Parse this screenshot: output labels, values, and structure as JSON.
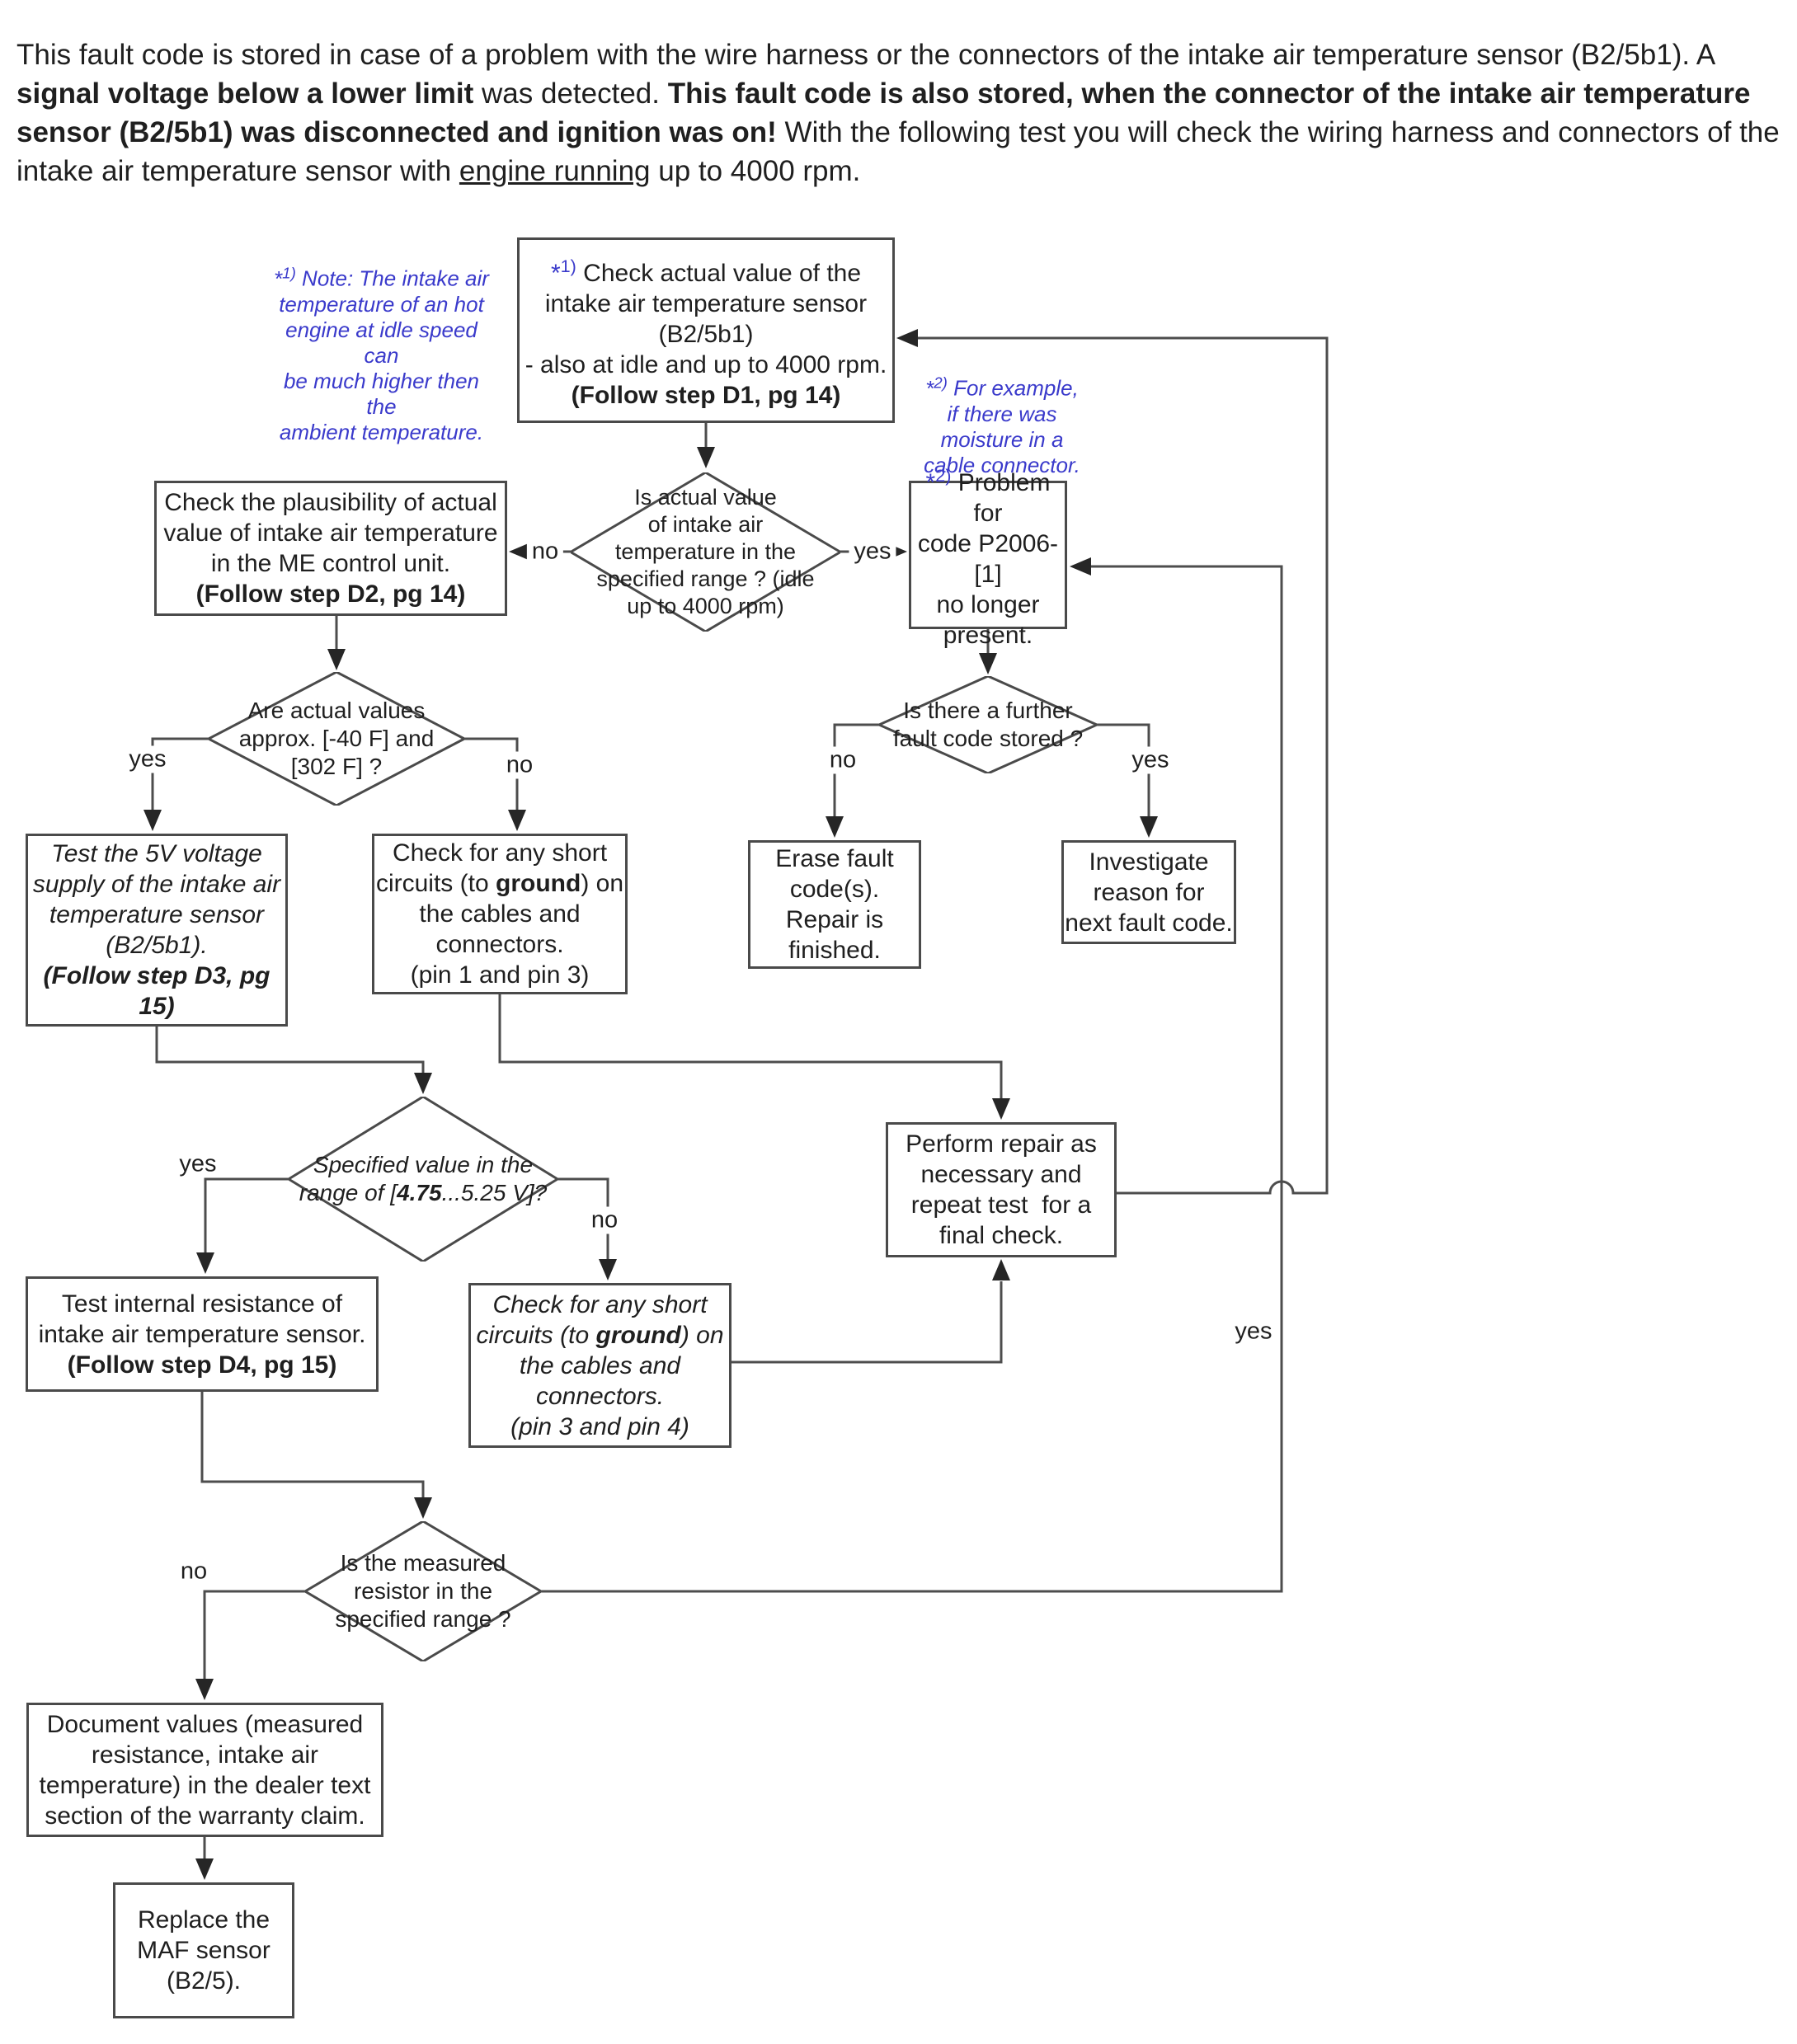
{
  "colors": {
    "note_blue": "#3a3acb",
    "line_gray": "#4d4d4d",
    "text": "#1f1f1f",
    "background": "#ffffff"
  },
  "intro": {
    "segments": [
      {
        "text": "This fault code is stored in case of a problem with the wire harness or the connectors of the intake air temperature sensor (B2/5b1). A ",
        "style": "normal"
      },
      {
        "text": "signal voltage below a lower limit",
        "style": "bold"
      },
      {
        "text": " was detected. ",
        "style": "normal"
      },
      {
        "text": "This fault code is also stored, when the connector of the intake air temperature sensor (B2/5b1) was disconnected and ignition was on!",
        "style": "bold"
      },
      {
        "text": "  With the following test you will check the wiring harness and connectors of the intake air temperature sensor with ",
        "style": "normal"
      },
      {
        "text": "engine running",
        "style": "underline"
      },
      {
        "text": " up to 4000 rpm.",
        "style": "normal"
      }
    ]
  },
  "notes": {
    "note1": {
      "marker_star": "*",
      "marker_sup": "1)",
      "l1": "Note: The intake air",
      "l2": "temperature of an hot",
      "l3": "engine at idle speed can",
      "l4": "be much higher then the",
      "l5": "ambient temperature."
    },
    "note2": {
      "marker_star": "*",
      "marker_sup": "2)",
      "l1": "For example,",
      "l2": "if there was",
      "l3": "moisture in a",
      "l4": "cable connector."
    }
  },
  "nodes": {
    "d1": {
      "marker_star": "*",
      "marker_sup": "1)",
      "l1": "Check actual value of the",
      "l2": "intake air temperature sensor",
      "l3": "(B2/5b1)",
      "l4": "- also at idle and up to 4000 rpm.",
      "l5": "(Follow step D1, pg 14)"
    },
    "plausibility": {
      "l1": "Check the plausibility of actual",
      "l2": "value of intake air temperature",
      "l3": "in the ME control unit.",
      "l4": "(Follow step D2, pg 14)"
    },
    "problem": {
      "marker_star": "*",
      "marker_sup": "2)",
      "l1": "Problem for",
      "l2": "code P2006-[1]",
      "l3": "no longer",
      "l4": "present."
    },
    "d_range": {
      "l1": "Is actual value",
      "l2": "of intake air",
      "l3": "temperature in the",
      "l4": "specified range ? (idle",
      "l5": "up to 4000 rpm)"
    },
    "d_values": {
      "l1": "Are actual values",
      "l2": "approx. [-40 F] and",
      "l3": "[302 F] ?"
    },
    "d_further": {
      "l1": "Is there a further",
      "l2": "fault code stored ?"
    },
    "test5v": {
      "l1": "Test the 5V voltage",
      "l2": "supply of the intake air",
      "l3": "temperature sensor",
      "l4": "(B2/5b1).",
      "l5": "(Follow step D3, pg",
      "l6": "15)"
    },
    "short13": {
      "l1": "Check for any short",
      "l2a": "circuits (to ",
      "l2b": "ground",
      "l2c": ") on",
      "l3": "the cables and",
      "l4": "connectors.",
      "l5": "(pin 1 and pin 3)"
    },
    "erase": {
      "l1": "Erase fault",
      "l2": "code(s).",
      "l3": "Repair is",
      "l4": "finished."
    },
    "investigate": {
      "l1": "Investigate",
      "l2": "reason for",
      "l3": "next fault code."
    },
    "d_voltage": {
      "l1": "Specified value in the",
      "l2a": "range of [",
      "l2b": "4.75",
      "l2c": "...5.25 V]?"
    },
    "repair": {
      "l1": "Perform repair as",
      "l2": "necessary and",
      "l3": "repeat test  for a",
      "l4": "final check."
    },
    "testres": {
      "l1": "Test internal resistance of",
      "l2": "intake air temperature sensor.",
      "l3": "(Follow step D4, pg 15)"
    },
    "short34": {
      "l1": "Check for any short",
      "l2a": "circuits (to ",
      "l2b": "ground",
      "l2c": ") on",
      "l3": "the cables and",
      "l4": "connectors.",
      "l5": "(pin 3 and pin 4)"
    },
    "d_resistor": {
      "l1": "Is the measured",
      "l2": "resistor in the",
      "l3": "specified range ?"
    },
    "document": {
      "l1": "Document values (measured",
      "l2": "resistance, intake air",
      "l3": "temperature) in the dealer text",
      "l4": "section of the warranty claim."
    },
    "replace": {
      "l1": "Replace the",
      "l2": "MAF sensor",
      "l3": "(B2/5)."
    }
  },
  "labels": {
    "d_range_no": "no",
    "d_range_yes": "yes",
    "d_values_yes": "yes",
    "d_values_no": "no",
    "d_further_no": "no",
    "d_further_yes": "yes",
    "d_voltage_yes": "yes",
    "d_voltage_no": "no",
    "d_resistor_no": "no",
    "d_resistor_yes": "yes"
  }
}
